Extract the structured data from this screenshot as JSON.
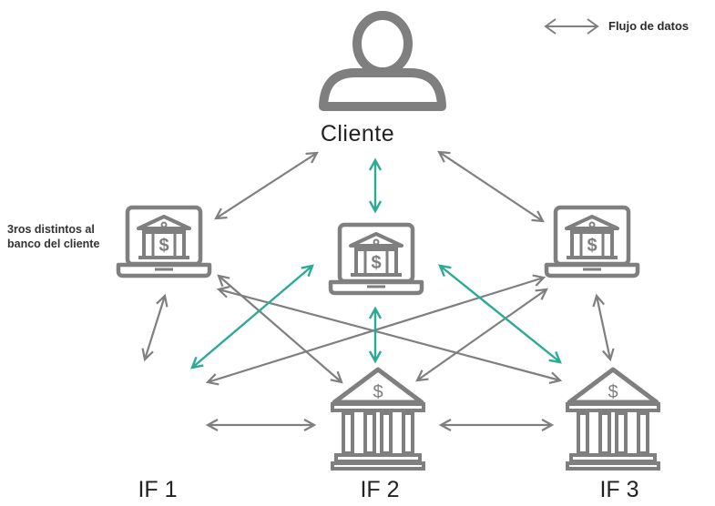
{
  "legend": {
    "label": "Flujo de datos"
  },
  "client": {
    "label": "Cliente"
  },
  "third_party_note": "3ros distintos al banco del cliente",
  "institutions": [
    "IF 1",
    "IF 2",
    "IF 3"
  ],
  "colors": {
    "gray": "#7f7f7f",
    "teal": "#2bab97",
    "text": "#222222"
  },
  "icons": {
    "person": "person-icon",
    "laptop_bank": "laptop-bank-icon",
    "bank": "bank-building-icon",
    "arrow": "double-arrow"
  }
}
